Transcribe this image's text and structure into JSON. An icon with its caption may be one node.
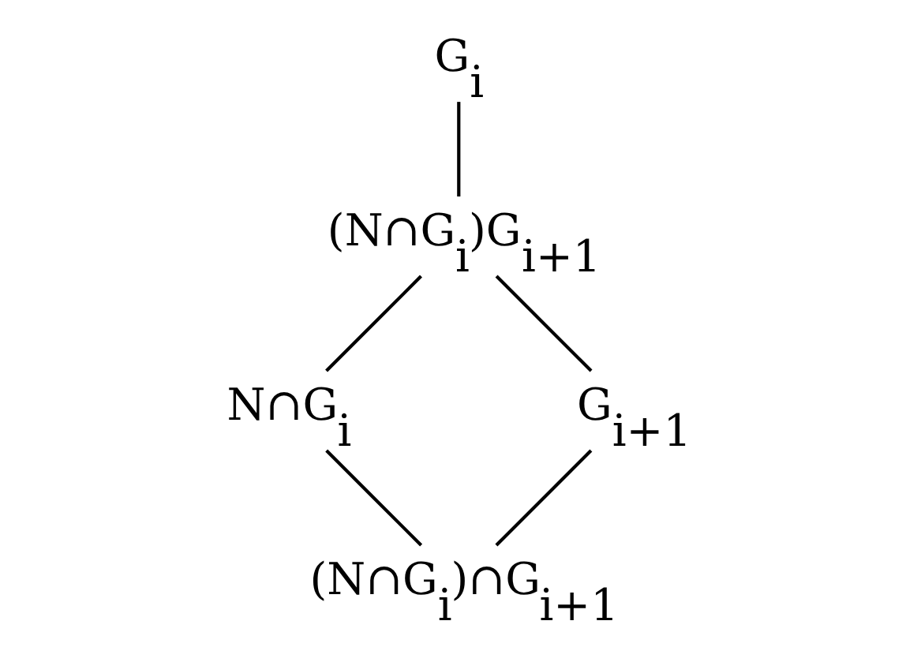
{
  "diagram": {
    "nodes": [
      {
        "text": [
          "G$_{i}$"
        ]
      },
      {
        "text": [
          "(N∩G$_{i}$)G$_{i+1}$"
        ]
      },
      {
        "text": [
          "N∩G$_{i}$"
        ]
      },
      {
        "text": [
          "G$_{i+1}$"
        ]
      },
      {
        "text": [
          "(N∩G$_{i}$)∩G$_{i+1}$"
        ]
      }
    ],
    "edges": [
      {
        "from": 0,
        "to": 1,
        "arrow": "none"
      },
      {
        "from": 1,
        "to": 2,
        "arrow": "none"
      },
      {
        "from": 1,
        "to": 3,
        "arrow": "none"
      },
      {
        "from": 2,
        "to": 4,
        "arrow": "none"
      },
      {
        "from": 3,
        "to": 4,
        "arrow": "none"
      }
    ]
  }
}
